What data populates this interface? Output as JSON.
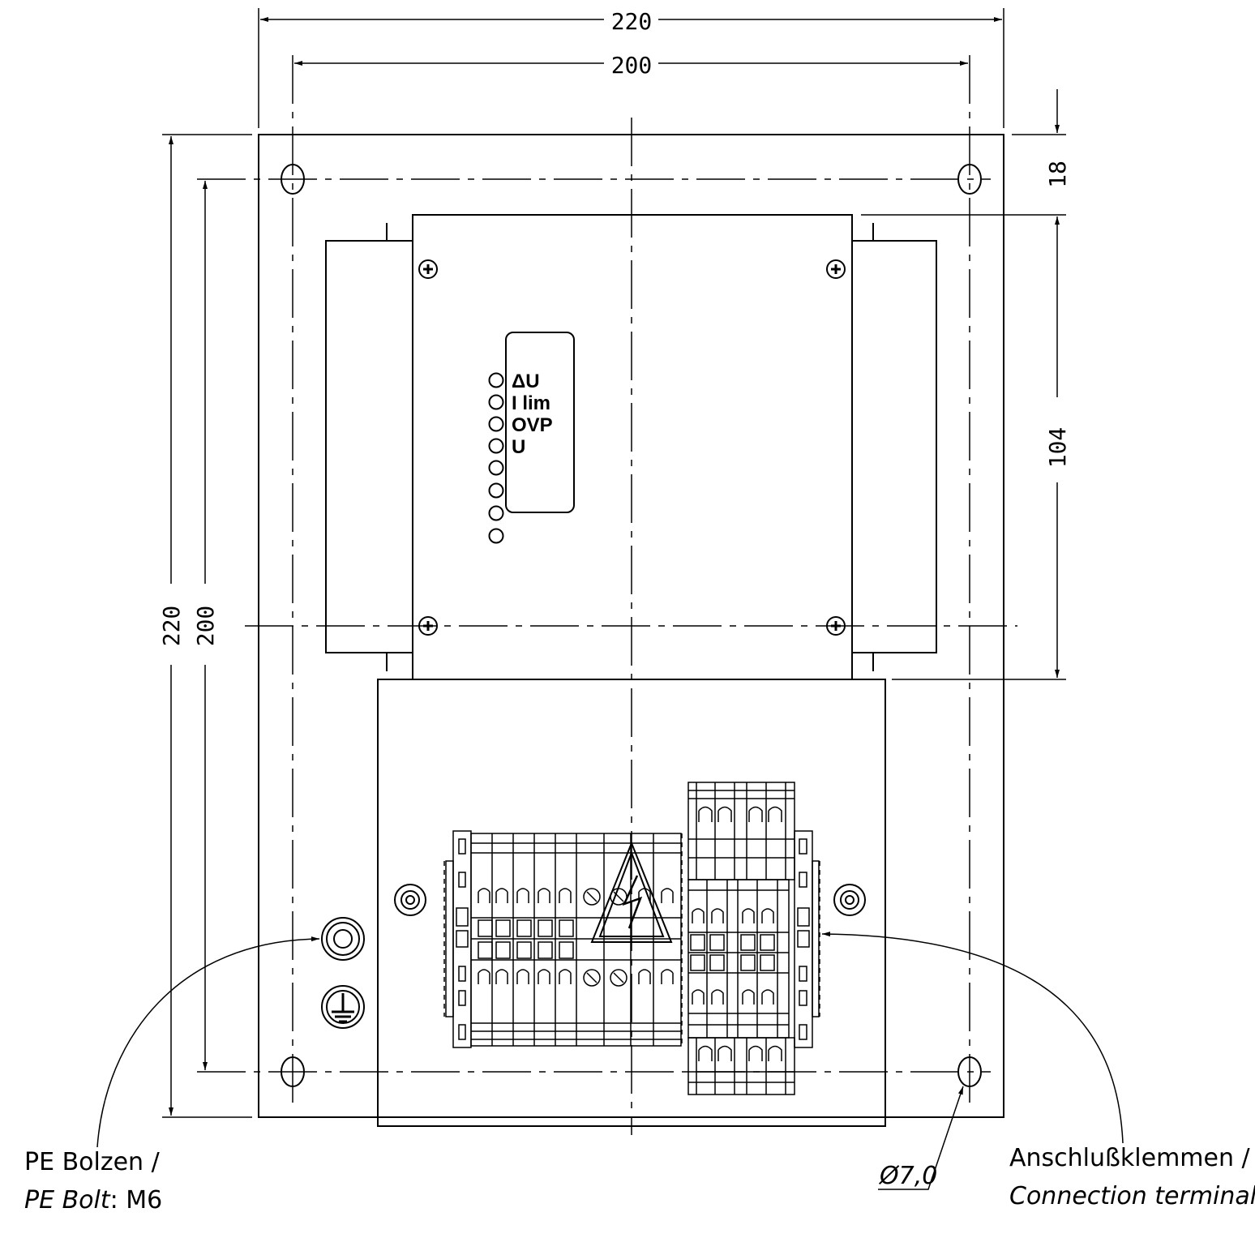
{
  "dimensions": {
    "outer_width": "220",
    "inner_width": "200",
    "outer_height": "220",
    "inner_height": "200",
    "top_offset": "18",
    "module_height": "104"
  },
  "led_labels": [
    "ΔU",
    "I lim",
    "OVP",
    "U"
  ],
  "callouts": {
    "pe_bolt_de": "PE Bolzen /",
    "pe_bolt_en": "PE Bolt",
    "pe_bolt_spec": ": M6",
    "hole_diameter": "Ø7,0",
    "terminals_de": "Anschlußklemmen /",
    "terminals_en": "Connection terminals"
  },
  "icons": [
    "ground-symbol-icon",
    "high-voltage-warning-icon"
  ]
}
